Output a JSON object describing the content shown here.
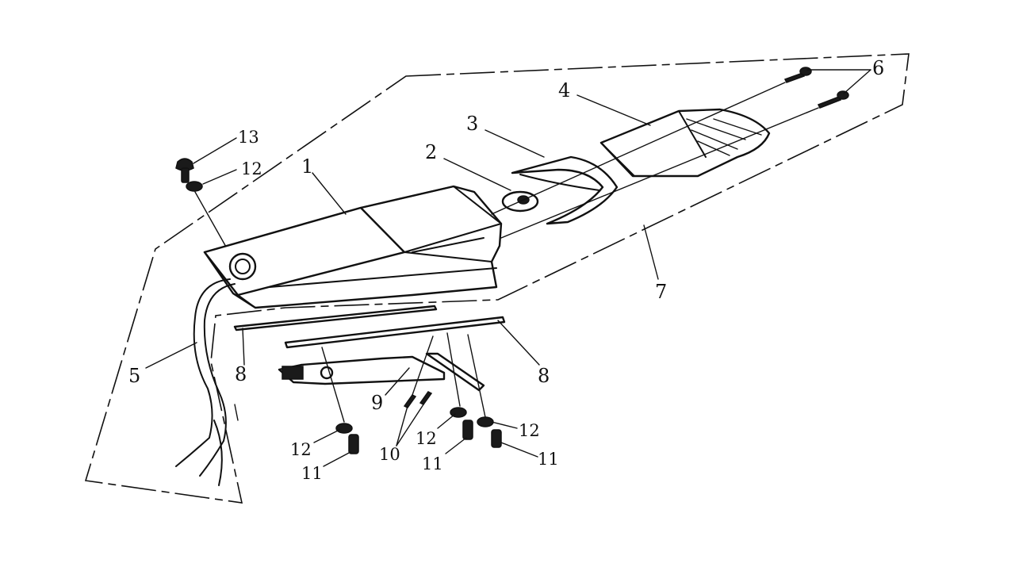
{
  "diagram": {
    "callouts": {
      "c1": "1",
      "c2": "2",
      "c3": "3",
      "c4": "4",
      "c5": "5",
      "c6": "6",
      "c7": "7",
      "c8a": "8",
      "c8b": "8",
      "c9": "9",
      "c10": "10",
      "c11a": "11",
      "c11b": "11",
      "c11c": "11",
      "c12a": "12",
      "c12b": "12",
      "c12c": "12",
      "c12d": "12",
      "c13": "13"
    },
    "colors": {
      "ink": "#111111",
      "background": "#ffffff"
    }
  }
}
